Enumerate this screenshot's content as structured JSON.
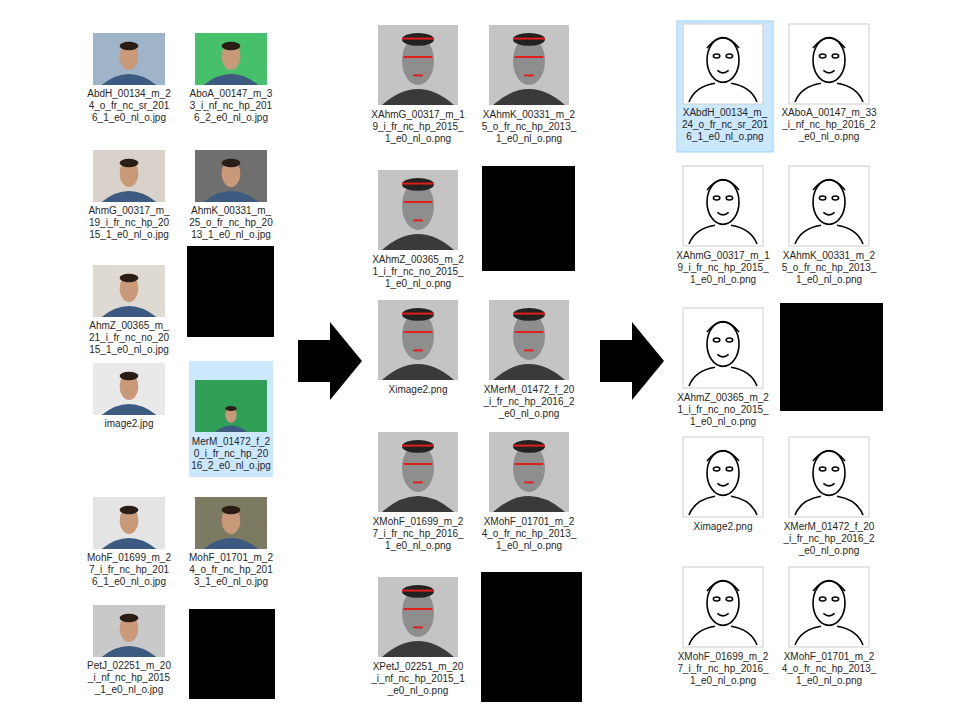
{
  "diagram": {
    "labels": [
      "AbdH_00134_m_24_o_fr_nc_sr_2016_1_e0_nl_o.jpg",
      "AboA_00147_m_33_i_nf_nc_hp_2016_2_e0_nl_o.jpg",
      "AhmG_00317_m_19_i_fr_nc_hp_2015_1_e0_nl_o.jpg",
      "AhmK_00331_m_25_o_fr_nc_hp_2013_1_e0_nl_o.jpg",
      "AhmZ_00365_m_21_i_fr_nc_no_2015_1_e0_nl_o.jpg",
      "image2.jpg",
      "MerM_01472_f_20_i_fr_nc_hp_2016_2_e0_nl_o.jpg",
      "MohF_01699_m_27_i_fr_nc_hp_2016_1_e0_nl_o.jpg",
      "MohF_01701_m_24_o_fr_nc_hp_2013_1_e0_nl_o.jpg",
      "PetJ_02251_m_20_i_nf_nc_hp_2015_1_e0_nl_o.jpg",
      "XAhmG_00317_m_19_i_fr_nc_hp_2015_1_e0_nl_o.png",
      "XAhmK_00331_m_25_o_fr_nc_hp_2013_1_e0_nl_o.png",
      "XAhmZ_00365_m_21_i_fr_nc_no_2015_1_e0_nl_o.png",
      "Ximage2.png",
      "XMerM_01472_f_20_i_fr_nc_hp_2016_2_e0_nl_o.png",
      "XMohF_01699_m_27_i_fr_nc_hp_2016_1_e0_nl_o.png",
      "XMohF_01701_m_24_o_fr_nc_hp_2013_1_e0_nl_o.png",
      "XPetJ_02251_m_20_i_nf_nc_hp_2015_1_e0_nl_o.png",
      "XAbdH_00134_m_24_o_fr_nc_sr_2016_1_e0_nl_o.png",
      "XAboA_00147_m_33_i_nf_nc_hp_2016_2_e0_nl_o.png",
      "XAhmG_00317_m_19_i_fr_nc_hp_2015_1_e0_nl_o.png",
      "XAhmK_00331_m_25_o_fr_nc_hp_2013_1_e0_nl_o.png",
      "XAhmZ_00365_m_21_i_fr_nc_no_2015_1_e0_nl_o.png",
      "Ximage2.png",
      "XMerM_01472_f_20_i_fr_nc_hp_2016_2_e0_nl_o.png",
      "XMohF_01699_m_27_i_fr_nc_hp_2016_1_e0_nl_o.png",
      "XMohF_01701_m_24_o_fr_nc_hp_2013_1_e0_nl_o.png"
    ]
  }
}
